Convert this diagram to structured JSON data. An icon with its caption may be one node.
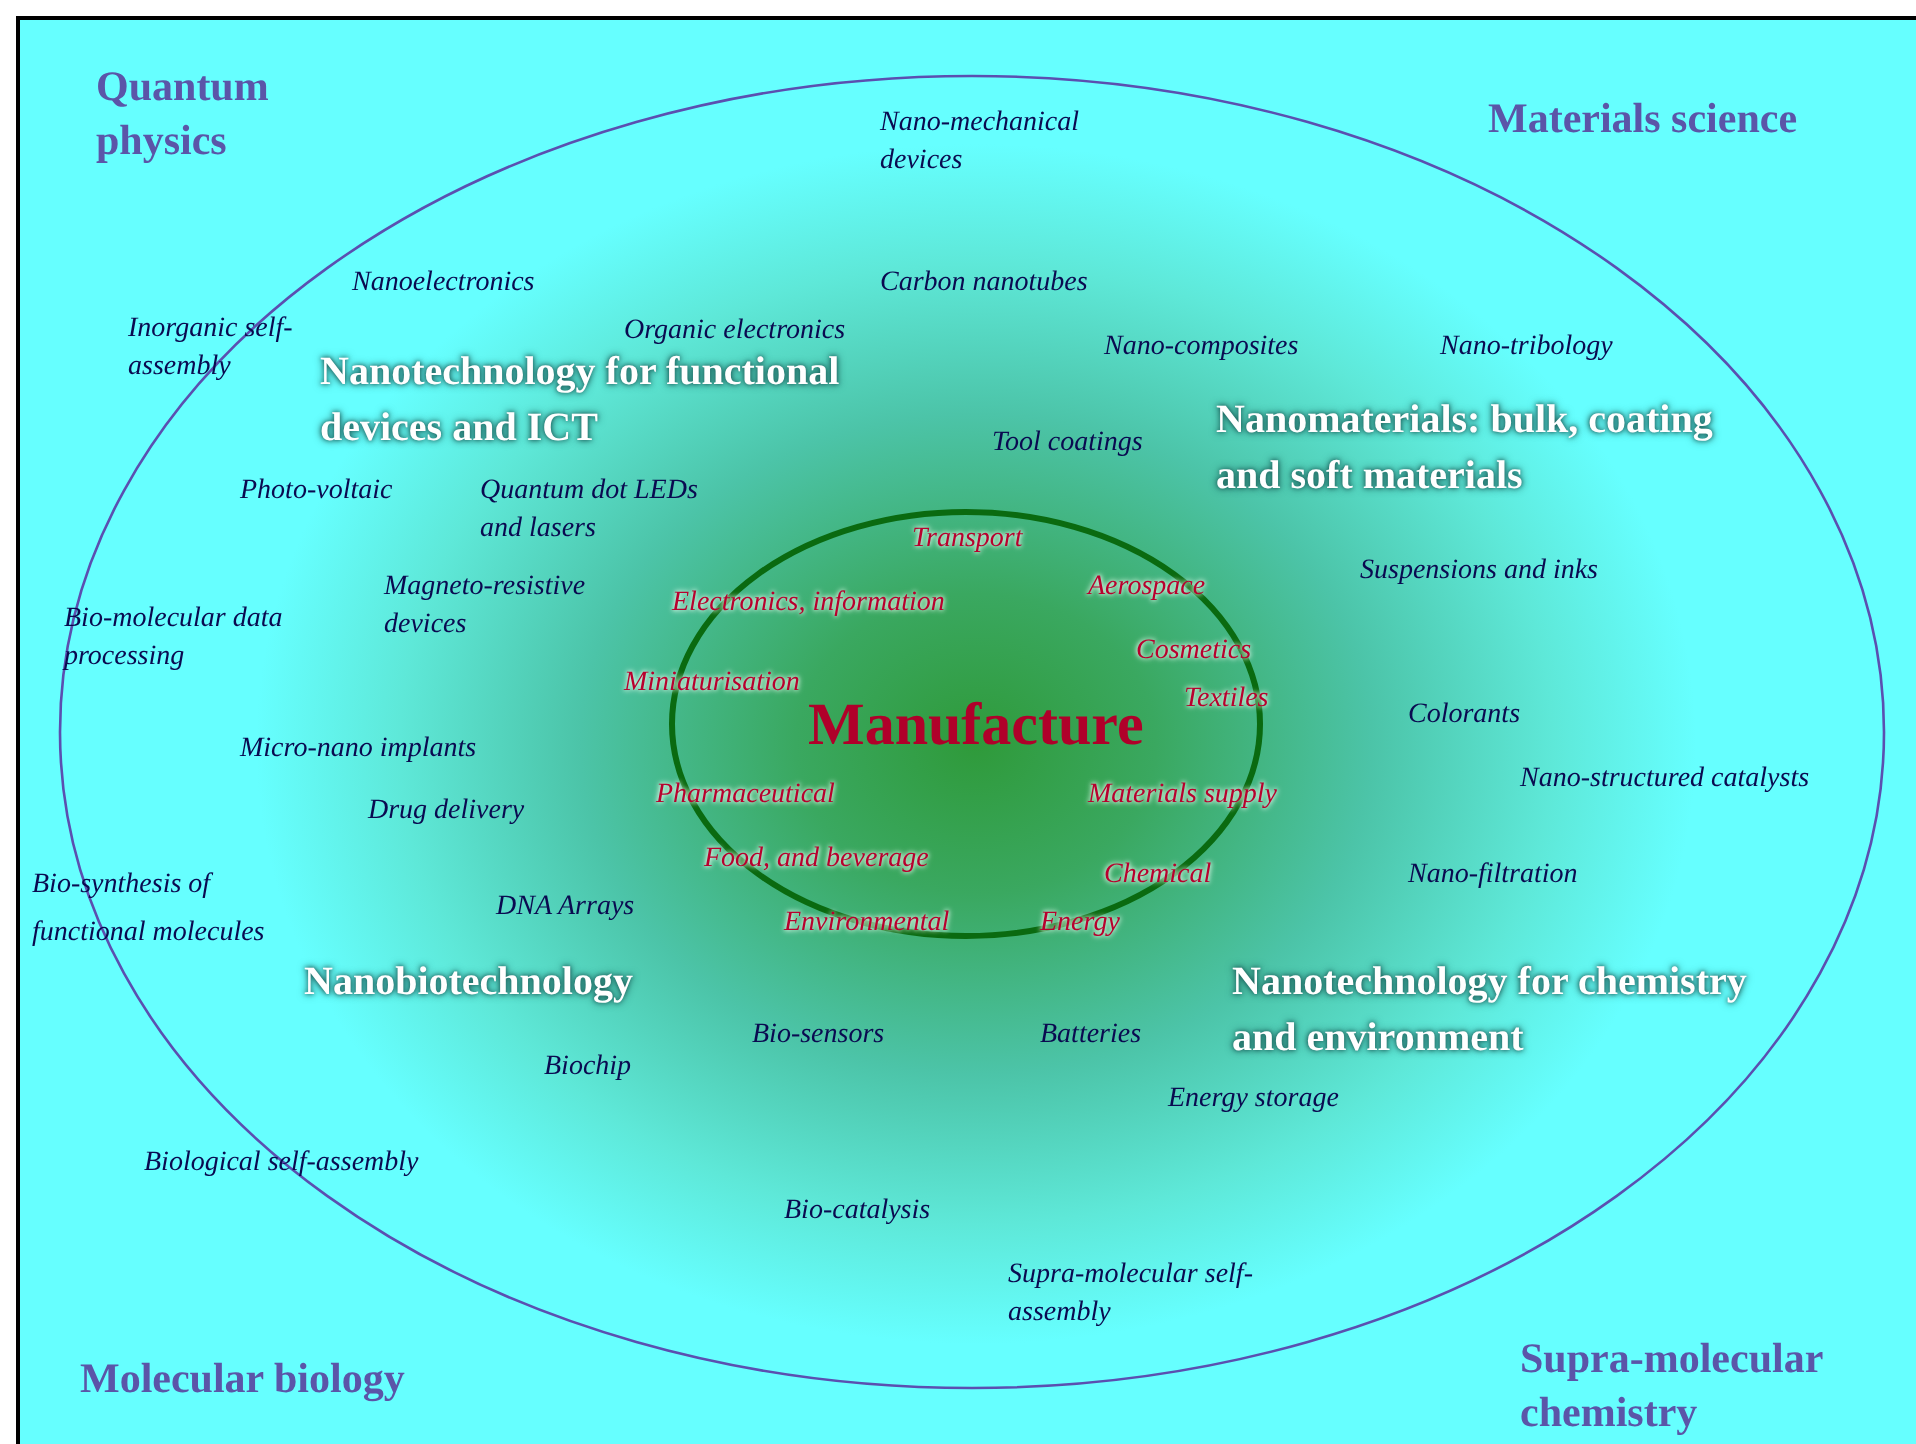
{
  "diagram": {
    "nodes": [
      {
        "text": [
          "Manufacture"
        ]
      }
    ],
    "edges": [],
    "labels": [
      "Quantum physics",
      "Nano-mechanical devices",
      "Materials science",
      "Nanoelectronics",
      "Carbon nanotubes",
      "Inorganic self-assembly",
      "Organic electronics",
      "Nano-composites",
      "Nano-tribology",
      "Nanotechnology for functional devices and ICT",
      "Tool coatings",
      "Nanomaterials: bulk, coating and soft materials",
      "Photo-voltaic",
      "Quantum dot LEDs and lasers",
      "Transport",
      "Suspensions and inks",
      "Magneto-resistive devices",
      "Bio-molecular data processing",
      "Electronics, information",
      "Aerospace",
      "Cosmetics",
      "Miniaturisation",
      "Textiles",
      "Colorants",
      "Micro-nano implants",
      "Nano-structured catalysts",
      "Pharmaceutical",
      "Materials supply",
      "Drug delivery",
      "Bio-synthesis of functional molecules",
      "Food, and beverage",
      "Chemical",
      "Nano-filtration",
      "DNA Arrays",
      "Environmental",
      "Energy",
      "Nanobiotechnology",
      "Nanotechnology for chemistry and environment",
      "Bio-sensors",
      "Batteries",
      "Biochip",
      "Energy storage",
      "Biological self-assembly",
      "Bio-catalysis",
      "Supra-molecular self-assembly",
      "Molecular biology",
      "Supra-molecular chemistry"
    ]
  }
}
